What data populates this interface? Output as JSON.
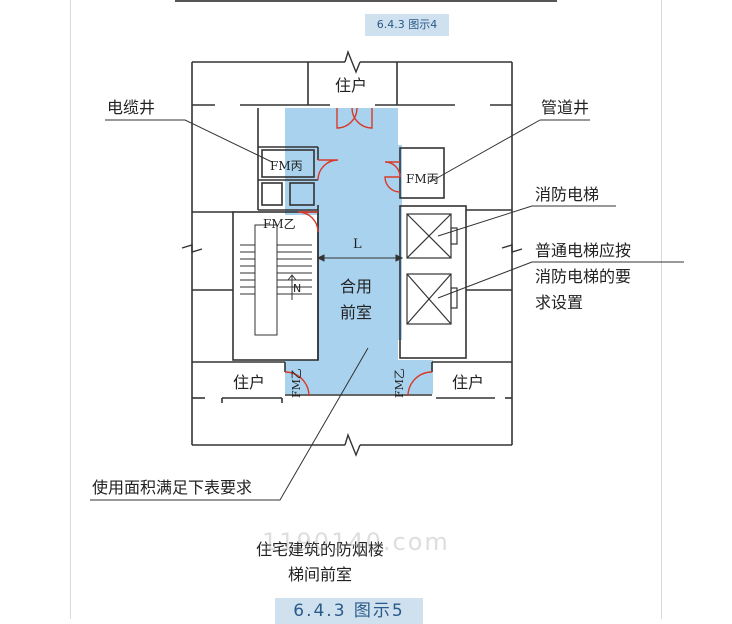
{
  "figure_label_top": "6.4.3 图示4",
  "figure_label_bottom": "6.4.3 图示5",
  "caption_line1": "住宅建筑的防烟楼",
  "caption_line2": "梯间前室",
  "watermark": "1190140.com",
  "rooms": {
    "residence_top": "住户",
    "residence_left": "住户",
    "residence_right": "住户",
    "shared_anteroom_line1": "合用",
    "shared_anteroom_line2": "前室"
  },
  "doors": {
    "fm_bing_left": "FM丙",
    "fm_bing_right": "FM丙",
    "fm_yi_stair": "FM乙",
    "fm_yi_bottom_left": "FM乙",
    "fm_yi_bottom_right": "FM乙"
  },
  "dimension_L": "L",
  "stair_direction": "N",
  "callouts": {
    "cable_shaft": "电缆井",
    "pipe_shaft": "管道井",
    "fire_elevator": "消防电梯",
    "normal_elevator_line1": "普通电梯应按",
    "normal_elevator_line2": "消防电梯的要",
    "normal_elevator_line3": "求设置",
    "area_requirement": "使用面积满足下表要求"
  },
  "colors": {
    "anteroom_fill": "#a9d2ee",
    "door_red": "#d83a2a",
    "wall": "#333333",
    "badge_bg": "#cfe0ef"
  }
}
